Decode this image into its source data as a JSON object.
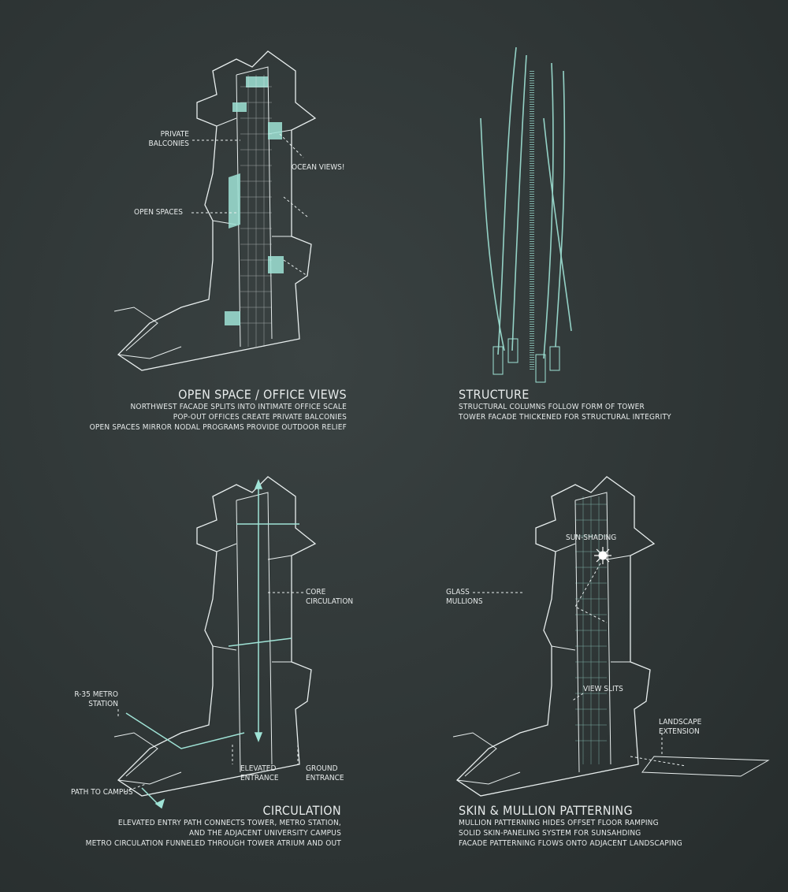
{
  "colors": {
    "background": "#2f3636",
    "linework": "#e8eeee",
    "accent": "#9fe3d6"
  },
  "panels": {
    "open_space": {
      "title": "OPEN SPACE / OFFICE VIEWS",
      "lines": [
        "NORTHWEST FACADE SPLITS INTO INTIMATE OFFICE SCALE",
        "POP-OUT OFFICES CREATE PRIVATE BALCONIES",
        "OPEN SPACES MIRROR NODAL PROGRAMS PROVIDE OUTDOOR RELIEF"
      ],
      "labels": {
        "private_balconies": [
          "PRIVATE",
          "BALCONIES"
        ],
        "ocean_views": "OCEAN VIEWS!",
        "open_spaces": "OPEN SPACES"
      }
    },
    "structure": {
      "title": "STRUCTURE",
      "lines": [
        "STRUCTURAL COLUMNS FOLLOW FORM OF TOWER",
        "TOWER FACADE THICKENED FOR STRUCTURAL INTEGRITY"
      ]
    },
    "circulation": {
      "title": "CIRCULATION",
      "lines": [
        "ELEVATED ENTRY PATH CONNECTS TOWER, METRO STATION,",
        "AND THE ADJACENT UNIVERSITY CAMPUS",
        "METRO CIRCULATION FUNNELED THROUGH TOWER ATRIUM AND OUT"
      ],
      "labels": {
        "core": [
          "CORE",
          "CIRCULATION"
        ],
        "metro": [
          "R-35 METRO",
          "STATION"
        ],
        "elevated": [
          "ELEVATED",
          "ENTRANCE"
        ],
        "ground": [
          "GROUND",
          "ENTRANCE"
        ],
        "path": "PATH TO CAMPUS"
      }
    },
    "skin": {
      "title": "SKIN & MULLION PATTERNING",
      "lines": [
        "MULLION PATTERNING HIDES OFFSET FLOOR RAMPING",
        "SOLID SKIN-PANELING SYSTEM FOR SUNSAHDING",
        "FACADE PATTERNING FLOWS ONTO ADJACENT LANDSCAPING"
      ],
      "labels": {
        "sun": "SUN-SHADING",
        "glass": [
          "GLASS",
          "MULLIONS"
        ],
        "slits": "VIEW SLITS",
        "landscape": [
          "LANDSCAPE",
          "EXTENSION"
        ]
      }
    }
  }
}
